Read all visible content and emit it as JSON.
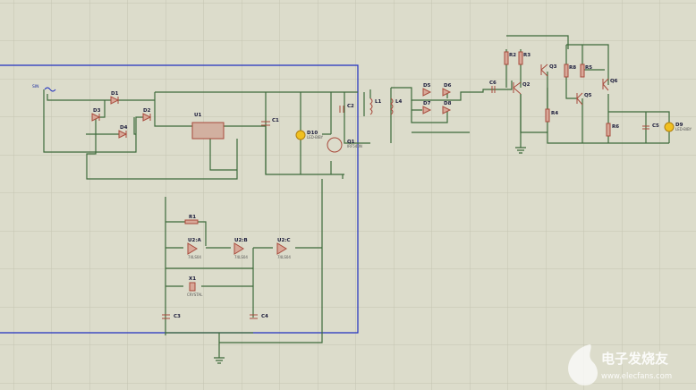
{
  "schematic": {
    "components": {
      "D1": "D1",
      "D2": "D2",
      "D3": "D3",
      "D4": "D4",
      "U1": "U1",
      "C1": "C1",
      "D10": "D10",
      "C2": "C2",
      "Q1": "Q1",
      "L1": "L1",
      "L4": "L4",
      "D5": "D5",
      "D6": "D6",
      "D7": "D7",
      "D8": "D8",
      "C6": "C6",
      "R2": "R2",
      "R3": "R3",
      "Q2": "Q2",
      "Q3": "Q3",
      "R8": "R8",
      "R5": "R5",
      "Q5": "Q5",
      "Q6": "Q6",
      "R4": "R4",
      "R6": "R6",
      "C5": "C5",
      "D9": "D9",
      "R1": "R1",
      "U2A": "U2:A",
      "U2B": "U2:B",
      "U2C": "U2:C",
      "X1": "X1",
      "C3": "C3",
      "C4": "C4"
    },
    "values": {
      "D10": "LED-BIBY",
      "D9": "LED-BIBY",
      "Q1": "IRF540N",
      "X1": "CRYSTAL",
      "U2": "74LS04"
    },
    "colors": {
      "wire": "#3d6a3a",
      "component": "#a84a3c",
      "frame": "#2030c0",
      "background": "#dcdccb",
      "led": "#f0c020"
    }
  },
  "watermark": {
    "brand": "电子发烧友",
    "url": "www.elecfans.com"
  }
}
